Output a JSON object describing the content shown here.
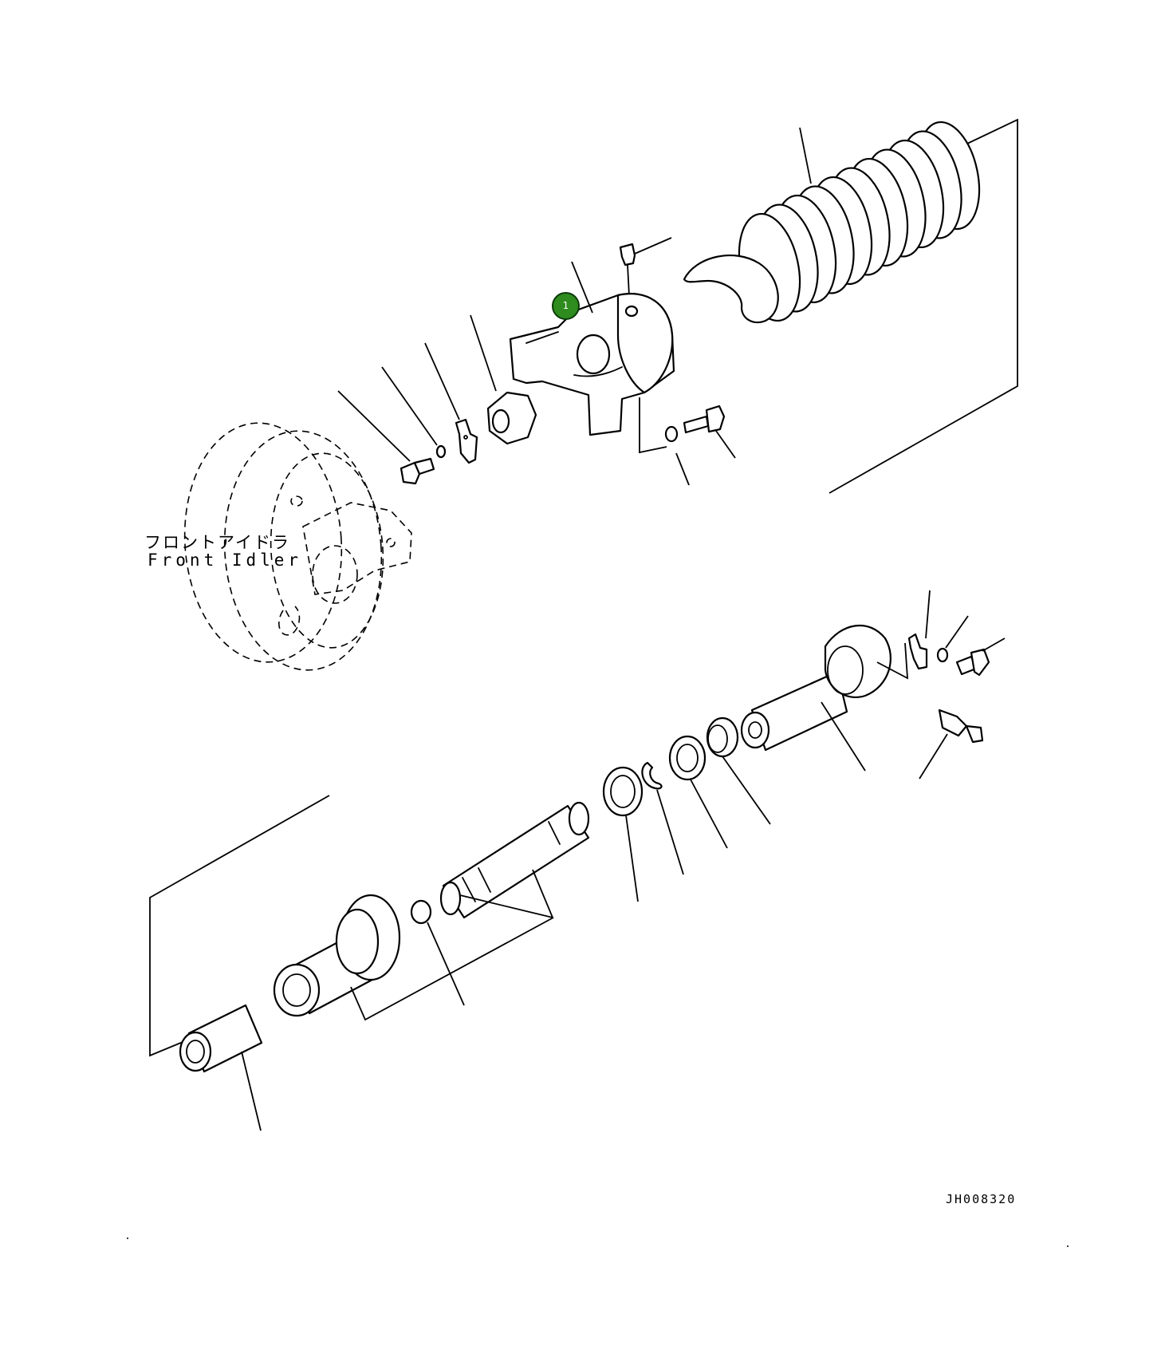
{
  "labels": {
    "front_idler_jp": "フロントアイドラ",
    "front_idler_en": "Front Idler",
    "drawing_code": "JH008320"
  },
  "callouts": [
    {
      "number": "1",
      "color": "#2e8b1e"
    }
  ],
  "icons": {
    "callout": "part-number-badge"
  }
}
